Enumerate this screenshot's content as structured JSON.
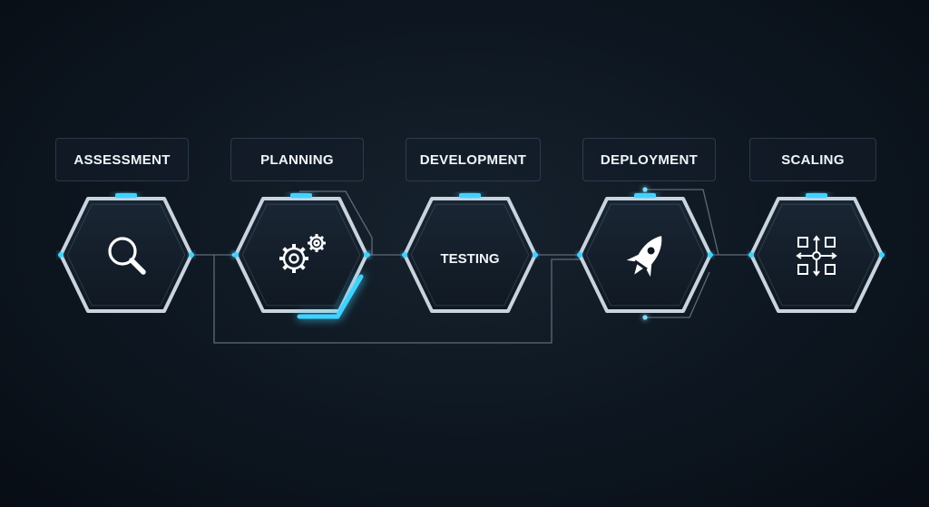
{
  "colors": {
    "background": "#0d1620",
    "accent": "#3fd2ff",
    "hex_border": "#c9d4de",
    "line": "#5d6b78"
  },
  "stages": [
    {
      "id": "assessment",
      "label": "ASSESSMENT",
      "icon": "magnifier-icon",
      "center_text": ""
    },
    {
      "id": "planning",
      "label": "PLANNING",
      "icon": "gears-icon",
      "center_text": ""
    },
    {
      "id": "development",
      "label": "DEVELOPMENT",
      "icon": "",
      "center_text": "TESTING"
    },
    {
      "id": "deployment",
      "label": "DEPLOYMENT",
      "icon": "rocket-icon",
      "center_text": ""
    },
    {
      "id": "scaling",
      "label": "SCALING",
      "icon": "scale-grid-icon",
      "center_text": ""
    }
  ]
}
